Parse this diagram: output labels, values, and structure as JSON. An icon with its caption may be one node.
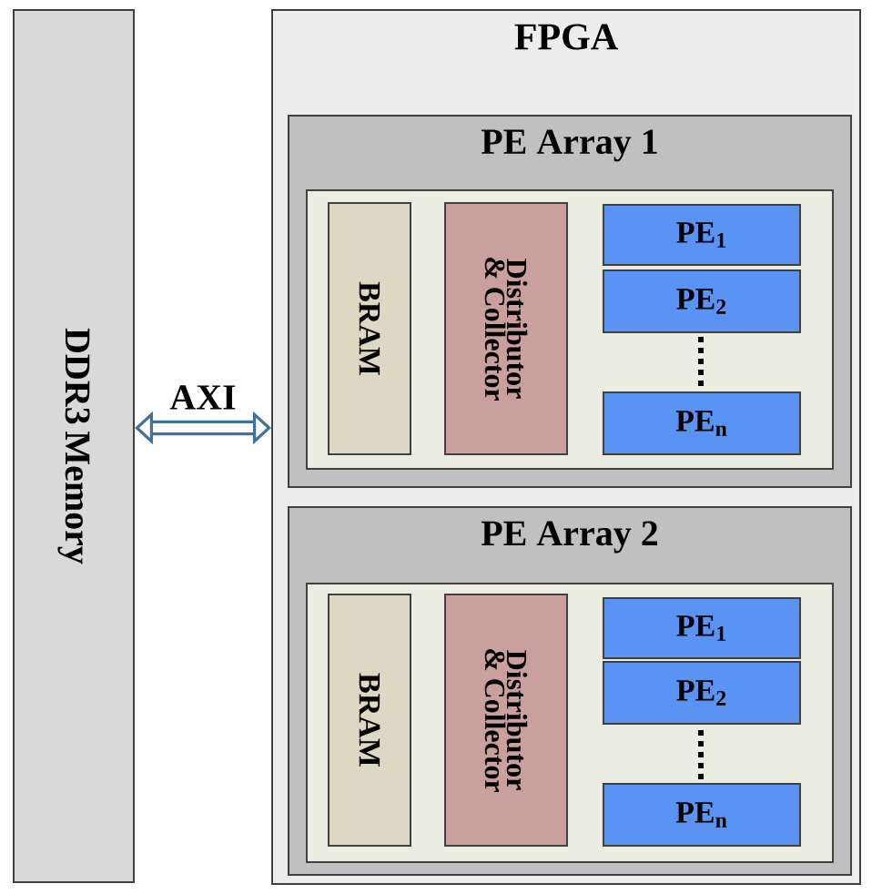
{
  "diagram": {
    "nodes": [
      {
        "text": [
          "DDR3 Memory"
        ]
      },
      {
        "text": [
          "FPGA"
        ]
      },
      {
        "text": [
          "PE Array 1"
        ],
        "in": 1
      },
      {
        "text": [],
        "shape": "box",
        "in": 2
      },
      {
        "text": [
          "BRAM"
        ],
        "in": 3
      },
      {
        "text": [
          "Distributor & Collector"
        ],
        "in": 3
      },
      {
        "text": [
          "PE$_{1}$"
        ],
        "in": 3
      },
      {
        "text": [
          "PE$_{2}$"
        ],
        "in": 3
      },
      {
        "text": [
          "PE$_{n}$"
        ],
        "in": 3
      },
      {
        "text": [
          "PE Array 2"
        ],
        "in": 1
      },
      {
        "text": [],
        "shape": "box",
        "in": 9
      },
      {
        "text": [
          "BRAM"
        ],
        "in": 10
      },
      {
        "text": [
          "Distributor & Collector"
        ],
        "in": 10
      },
      {
        "text": [
          "PE$_{1}$"
        ],
        "in": 10
      },
      {
        "text": [
          "PE$_{2}$"
        ],
        "in": 10
      },
      {
        "text": [
          "PE$_{n}$"
        ],
        "in": 10
      }
    ],
    "edges": [
      {
        "from": 0,
        "to": 1,
        "arrow": "both",
        "label": "AXI"
      }
    ]
  }
}
